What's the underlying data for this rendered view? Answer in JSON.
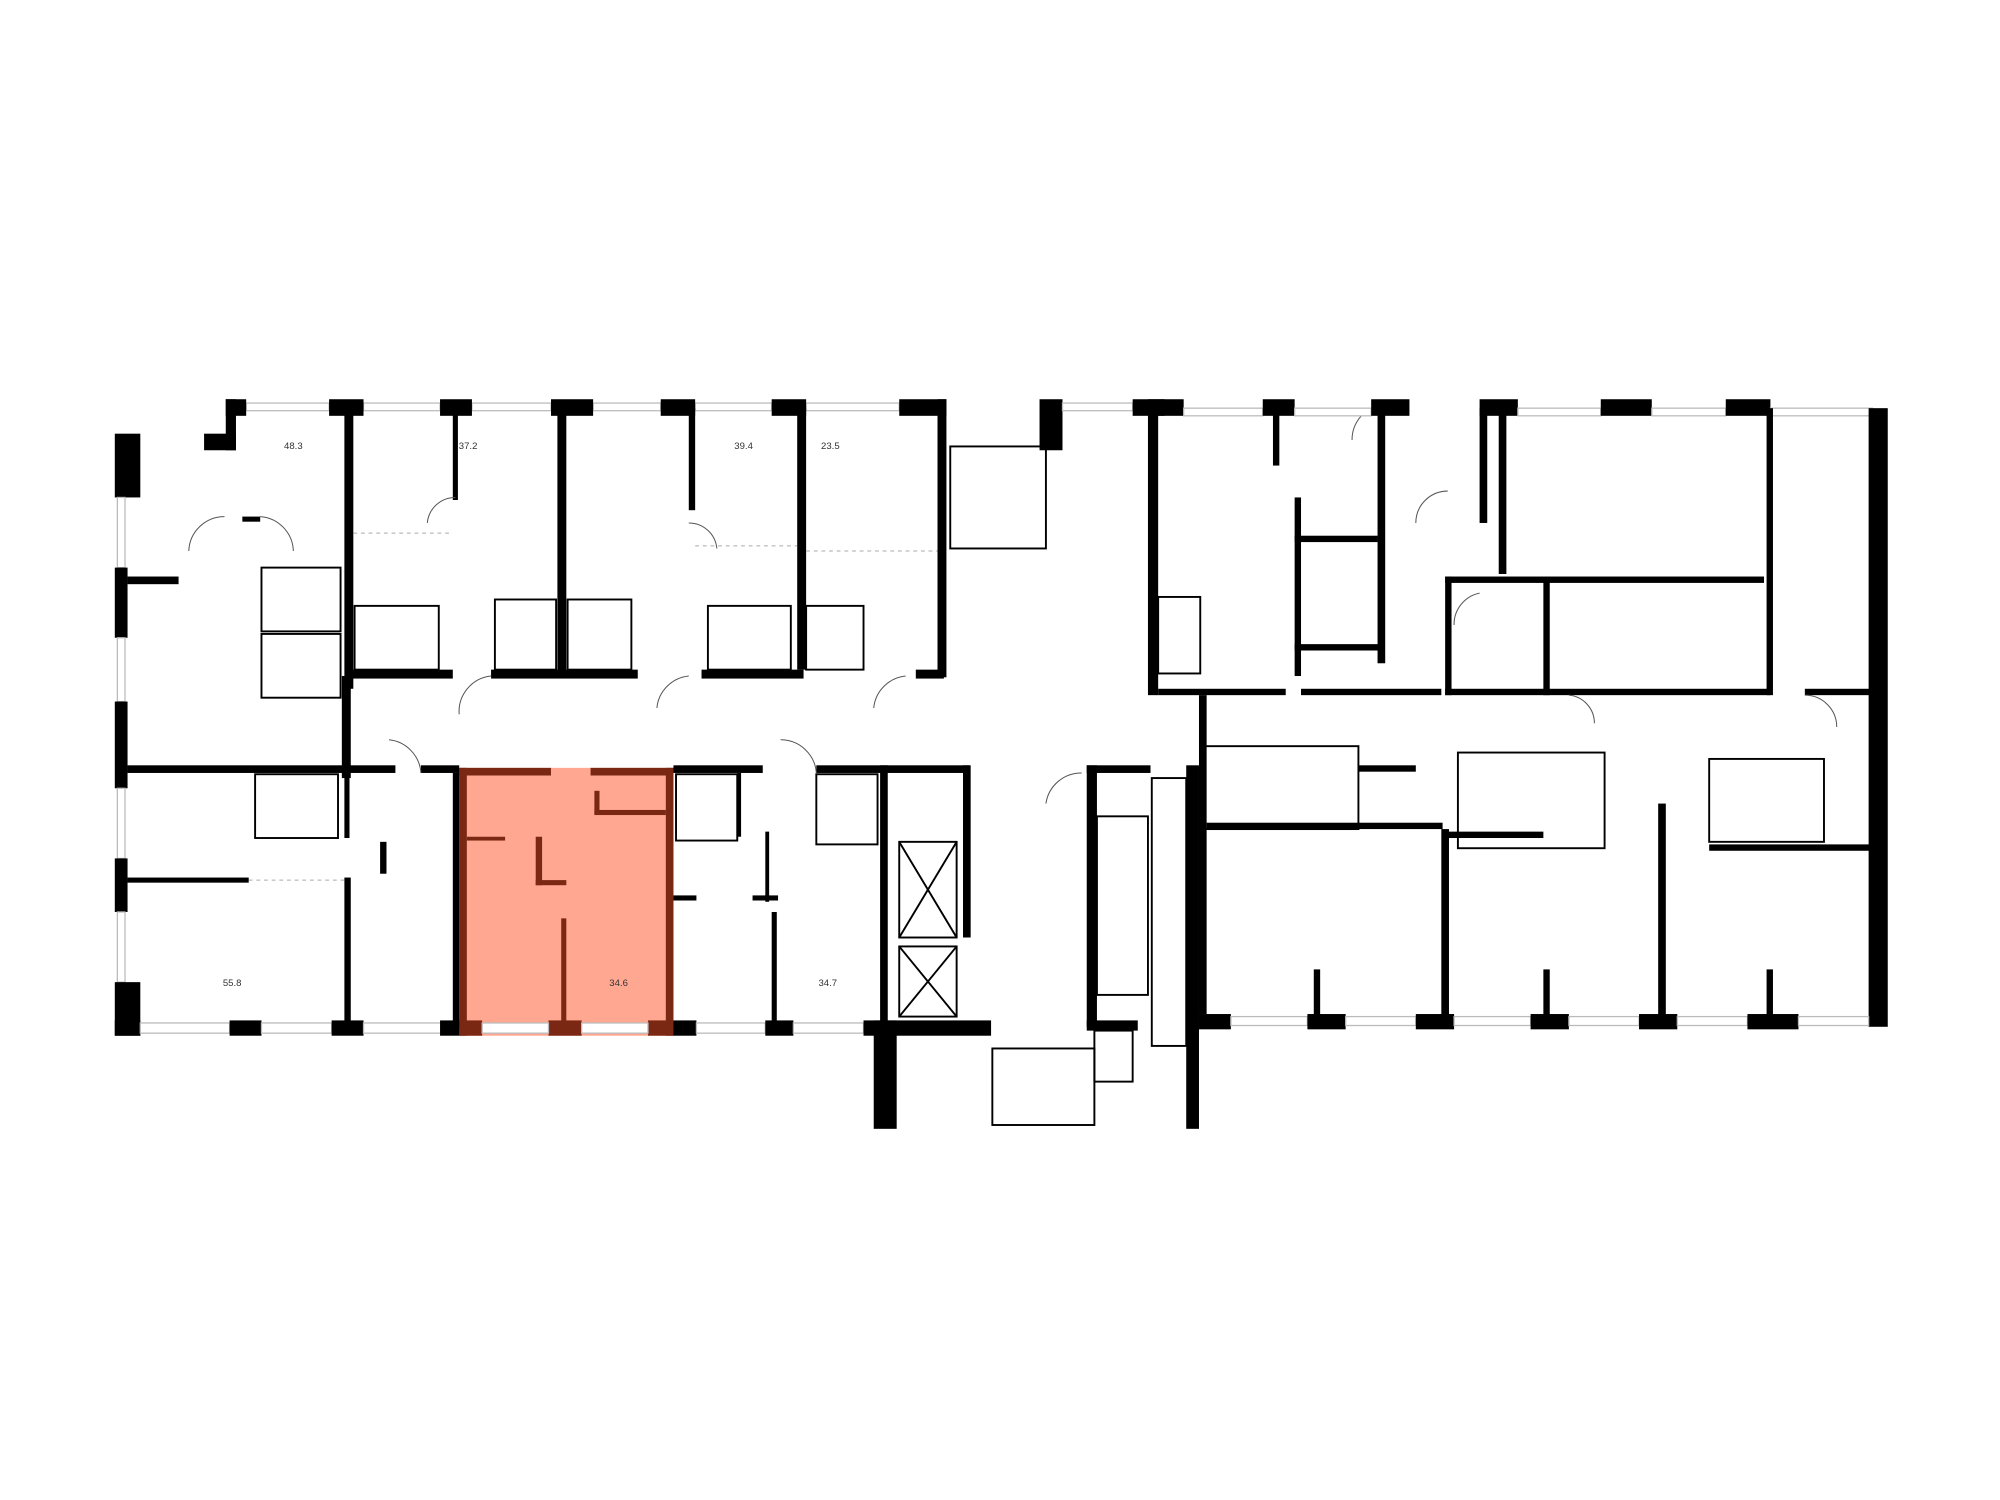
{
  "floor_plan": {
    "apartments": [
      {
        "id": "apt-48-3",
        "area": "48.3"
      },
      {
        "id": "apt-37-2",
        "area": "37.2"
      },
      {
        "id": "apt-39-4",
        "area": "39.4"
      },
      {
        "id": "apt-23-5",
        "area": "23.5"
      },
      {
        "id": "apt-55-8",
        "area": "55.8"
      },
      {
        "id": "apt-34-6",
        "area": "34.6",
        "highlighted": true
      },
      {
        "id": "apt-34-7",
        "area": "34.7"
      }
    ],
    "colors": {
      "highlight_fill": "#FFA791",
      "highlight_wall": "#7A2814",
      "wall": "#000000"
    }
  }
}
